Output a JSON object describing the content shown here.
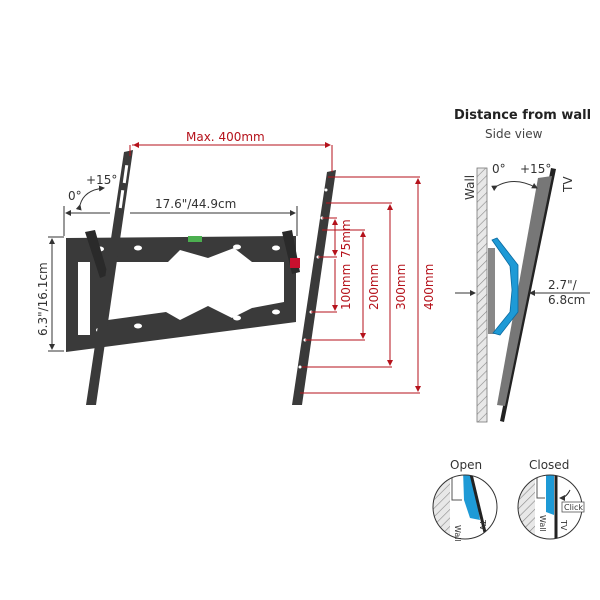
{
  "main_view": {
    "max_width_label": "Max. 400mm",
    "wall_plate_width_label": "17.6\"/44.9cm",
    "wall_plate_height_label": "6.3\"/16.1cm",
    "tilt_zero_label": "0°",
    "tilt_max_label": "+15°",
    "vesa_heights": [
      "75mm",
      "100mm",
      "200mm",
      "300mm",
      "400mm"
    ]
  },
  "side_view": {
    "title": "Distance from wall",
    "subtitle": "Side view",
    "wall_label": "Wall",
    "tv_label": "TV",
    "tilt_zero_label": "0°",
    "tilt_max_label": "+15°",
    "distance_label_line1": "2.7\"/",
    "distance_label_line2": "6.8cm"
  },
  "lock_states": {
    "open": {
      "label": "Open",
      "wall_label": "Wall",
      "tv_label": "TV"
    },
    "closed": {
      "label": "Closed",
      "wall_label": "Wall",
      "tv_label": "TV",
      "click_label": "Click"
    }
  },
  "colors": {
    "dimension_red": "#b5121b",
    "bracket_blue": "#1e9ad6",
    "metal": "#3a3a3a"
  }
}
